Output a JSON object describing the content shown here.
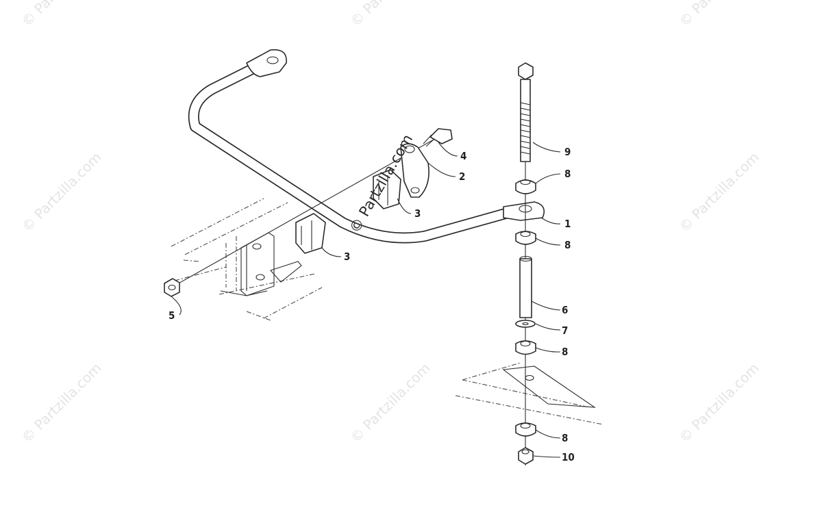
{
  "watermark": {
    "text": "© Partzilla.com",
    "corner_text": "© Partz"
  },
  "callouts": {
    "c1": "1",
    "c2": "2",
    "c3a": "3",
    "c3b": "3",
    "c4": "4",
    "c5": "5",
    "c6": "6",
    "c7": "7",
    "c8a": "8",
    "c8b": "8",
    "c8c": "8",
    "c8d": "8",
    "c9": "9",
    "c10": "10"
  }
}
